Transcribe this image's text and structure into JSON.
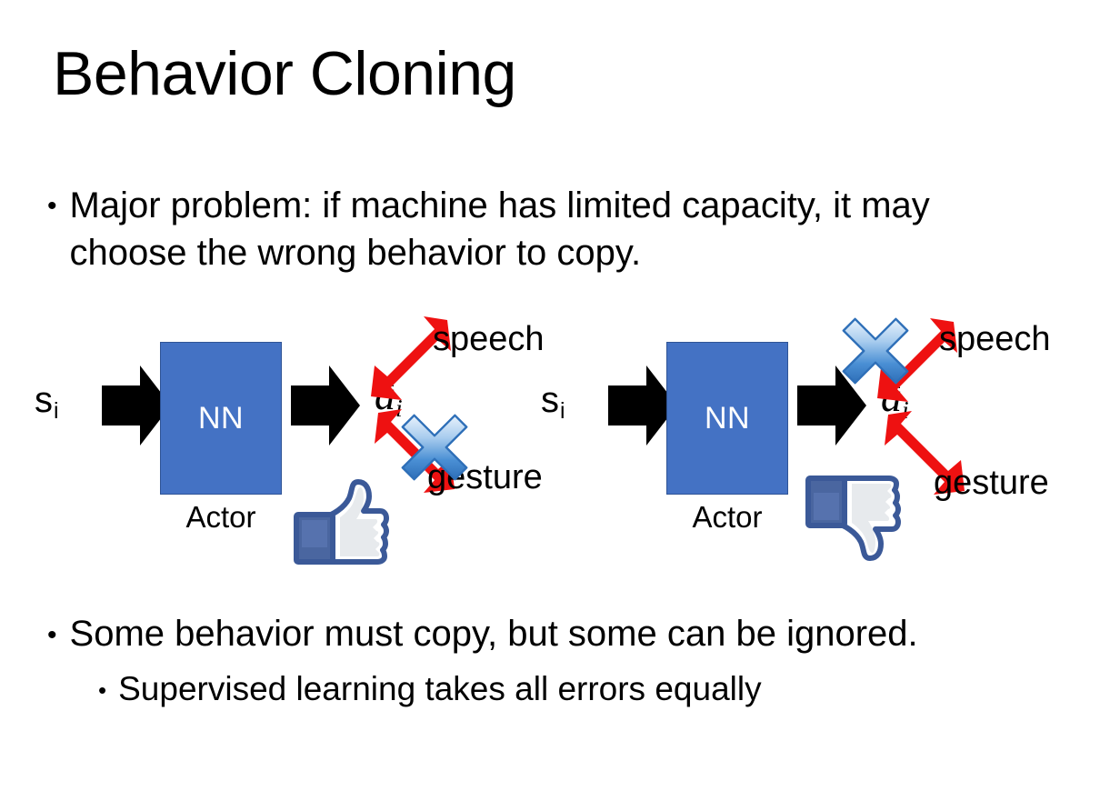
{
  "slide": {
    "title": "Behavior Cloning",
    "background_color": "#FFFFFF",
    "text_color": "#000000"
  },
  "bullets": {
    "top": {
      "marker": "•",
      "text": "Major problem: if machine has limited capacity, it may choose the wrong behavior to copy."
    },
    "bottom": [
      {
        "marker": "•",
        "text": "Some behavior must copy, but some can be ignored.",
        "level": 1
      },
      {
        "marker": "•",
        "text": "Supervised learning takes all errors equally",
        "level": 2
      }
    ]
  },
  "colors": {
    "nn_box_fill": "#4472C4",
    "nn_box_border": "#2F5496",
    "arrow_black": "#000000",
    "arrow_red": "#EE1111",
    "cross_blue_light": "#CFE2F7",
    "cross_blue_dark": "#2E75B6",
    "hand_blue": "#3B5998",
    "hand_fill": "#FFFFFF",
    "hand_shadow": "#DDE0E6"
  },
  "diagrams": [
    {
      "id": "left",
      "input_label": "s",
      "input_sub": "i",
      "box_label": "NN",
      "box_caption": "Actor",
      "output_label": "â",
      "output_sub": "i",
      "branches": [
        {
          "name": "speech",
          "label": "speech",
          "direction": "up-right",
          "crossed": false
        },
        {
          "name": "gesture",
          "label": "gesture",
          "direction": "down-right",
          "crossed": true
        }
      ],
      "verdict_icon": "thumbs-up",
      "verdict": "good"
    },
    {
      "id": "right",
      "input_label": "s",
      "input_sub": "i",
      "box_label": "NN",
      "box_caption": "Actor",
      "output_label": "â",
      "output_sub": "i",
      "branches": [
        {
          "name": "speech",
          "label": "speech",
          "direction": "up-right",
          "crossed": true
        },
        {
          "name": "gesture",
          "label": "gesture",
          "direction": "down-right",
          "crossed": false
        }
      ],
      "verdict_icon": "thumbs-down",
      "verdict": "bad"
    }
  ]
}
